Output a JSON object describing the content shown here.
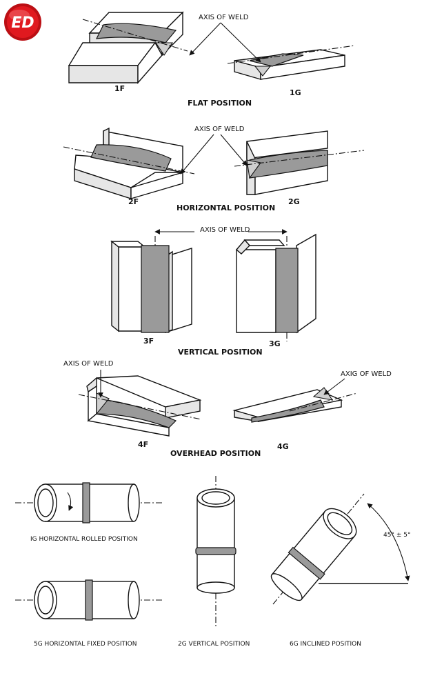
{
  "logo": {
    "text": "ED",
    "color": "#d0141a"
  },
  "axis_label": "AXIS OF WELD",
  "axis_label_variant": "AXIG OF WELD",
  "flat": {
    "left": "1F",
    "right": "1G",
    "title": "FLAT POSITION"
  },
  "horizontal": {
    "left": "2F",
    "right": "2G",
    "title": "HORIZONTAL POSITION"
  },
  "vertical": {
    "left": "3F",
    "right": "3G",
    "title": "VERTICAL POSITION"
  },
  "overhead": {
    "left": "4F",
    "right": "4G",
    "title": "OVERHEAD POSITION"
  },
  "pipes": {
    "p1": "IG  HORIZONTAL  ROLLED  POSITION",
    "p5": "5G  HORIZONTAL  FIXED  POSITION",
    "p2": "2G  VERTICAL  POSITION",
    "p6": "6G  INCLINED  POSITION",
    "angle": "45° ± 5°"
  },
  "icons": [
    "arrow-icon",
    "weld-bead-icon"
  ]
}
